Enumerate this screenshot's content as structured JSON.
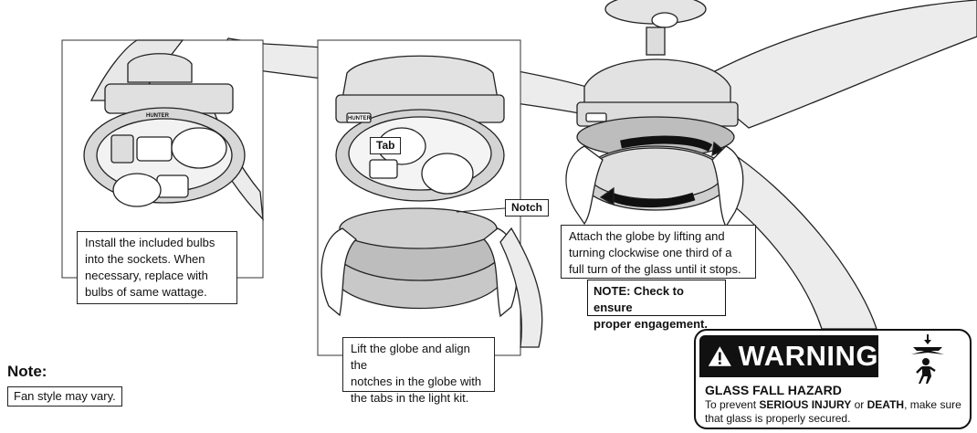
{
  "steps": [
    {
      "text": "Install the included bulbs\ninto the sockets. When\nnecessary, replace with\nbulbs of same wattage."
    },
    {
      "text": "Lift the globe and align the\nnotches in the globe with\nthe tabs in the light kit."
    },
    {
      "text": "Attach the globe by lifting and\nturning clockwise one third of a\nfull turn of the glass until it stops."
    }
  ],
  "labels": {
    "tab": "Tab",
    "notch": "Notch",
    "brand": "HUNTER"
  },
  "engagement_note": "NOTE: Check to ensure\nproper engagement.",
  "note": {
    "title": "Note:",
    "text": "Fan style may vary."
  },
  "warning": {
    "word": "WARNING",
    "hazard_title": "GLASS FALL HAZARD",
    "line_prefix": "To prevent ",
    "emph1": "SERIOUS INJURY",
    "mid": " or ",
    "emph2": "DEATH",
    "line_suffix": ", make sure that glass is properly secured."
  }
}
